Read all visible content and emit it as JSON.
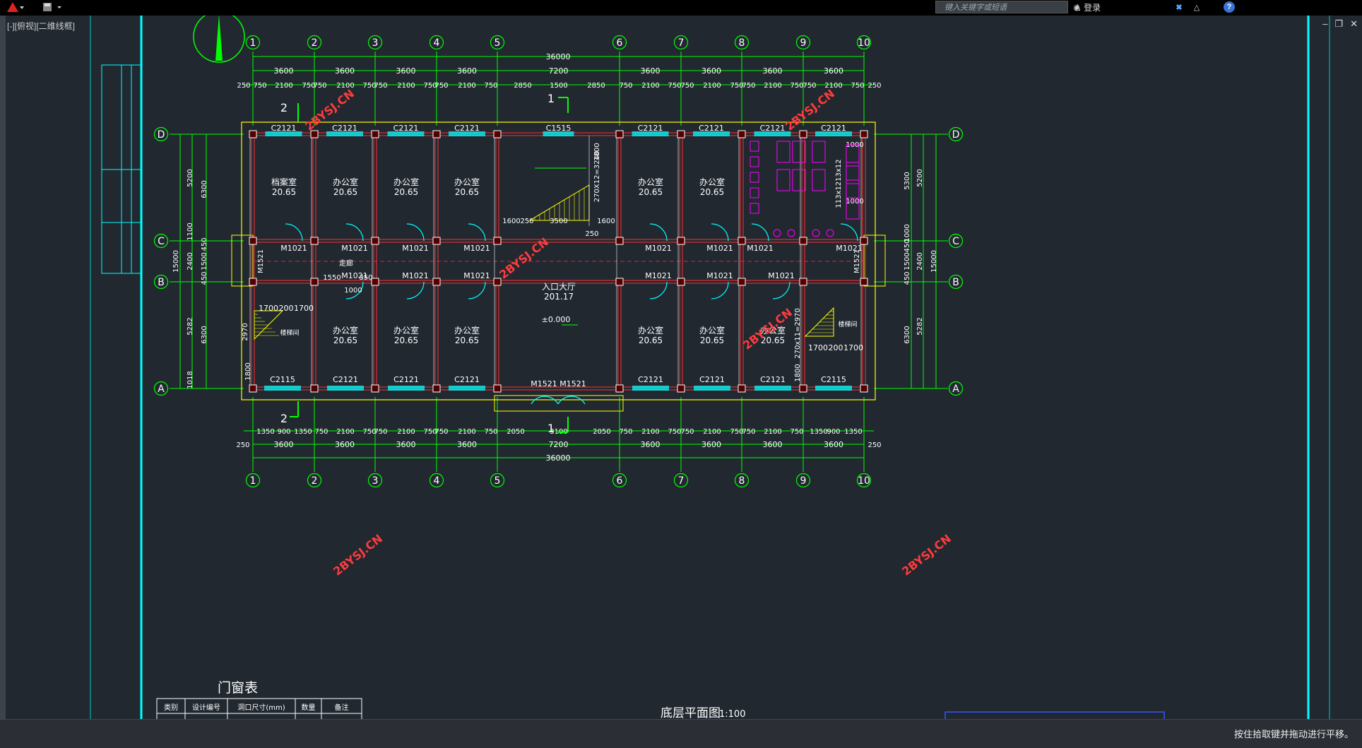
{
  "toolbar": {
    "search_placeholder": "键入关键字或短语",
    "login_label": "登录"
  },
  "viewport_label": "[-][俯视][二维线框]",
  "status_text": "按住拾取键并拖动进行平移。",
  "window_controls": {
    "minimize": "–",
    "restore": "❐",
    "close": "✕"
  },
  "drawing": {
    "title": "底层平面图",
    "scale": "1:100",
    "table_title": "门窗表",
    "table_headers": [
      "类别",
      "设计编号",
      "洞口尺寸(mm)",
      "数量",
      "备注"
    ],
    "watermark": "2BYSJ.CN",
    "total_dim": "36000",
    "axes_cols": [
      "1",
      "2",
      "3",
      "4",
      "5",
      "6",
      "7",
      "8",
      "9",
      "10"
    ],
    "axes_rows": [
      "D",
      "C",
      "B",
      "A"
    ],
    "top_spans": [
      "3600",
      "3600",
      "3600",
      "3600",
      "7200",
      "3600",
      "3600",
      "3600",
      "3600"
    ],
    "bottom_spans": [
      "3600",
      "3600",
      "3600",
      "3600",
      "7200",
      "3600",
      "3600",
      "3600",
      "3600"
    ],
    "top_detail": [
      "250",
      "750",
      "2100",
      "750",
      "750",
      "2100",
      "750",
      "750",
      "2100",
      "750",
      "750",
      "2100",
      "750",
      "2850",
      "1500",
      "2850",
      "750",
      "2100",
      "750",
      "750",
      "2100",
      "750",
      "750",
      "2100",
      "750",
      "750",
      "2100",
      "750",
      "250"
    ],
    "bottom_detail": [
      "1350",
      "900",
      "1350",
      "750",
      "2100",
      "750",
      "750",
      "2100",
      "750",
      "750",
      "2100",
      "750",
      "2050",
      "3100",
      "2050",
      "750",
      "2100",
      "750",
      "750",
      "2100",
      "750",
      "750",
      "2100",
      "750",
      "1350",
      "900",
      "1350"
    ],
    "left_dims": [
      "5200",
      "6300",
      "1100",
      "450",
      "1500",
      "2400",
      "450",
      "5282",
      "6300",
      "1018",
      "15000"
    ],
    "right_dims": [
      "5300",
      "5200",
      "1000",
      "450",
      "1500",
      "2400",
      "450",
      "6300",
      "5282",
      "15000"
    ],
    "top_windows": [
      "C2121",
      "C2121",
      "C2121",
      "C2121",
      "C1515",
      "C2121",
      "C2121",
      "C2121",
      "C2121"
    ],
    "bottom_windows": [
      "C2115",
      "C2121",
      "C2121",
      "C2121",
      "M1521",
      "M1521",
      "C2121",
      "C2121",
      "C2121",
      "C2115"
    ],
    "doors_c": [
      "M1021",
      "M1021",
      "M1021",
      "M1021",
      "M1021",
      "M1021",
      "M1021",
      "M1021"
    ],
    "doors_b": [
      "M1021",
      "M1021",
      "M1021",
      "M1021",
      "M1021",
      "M1021"
    ],
    "side_doors": [
      "M1521",
      "M1521"
    ],
    "rooms_top": [
      {
        "name": "档案室",
        "area": "20.65"
      },
      {
        "name": "办公室",
        "area": "20.65"
      },
      {
        "name": "办公室",
        "area": "20.65"
      },
      {
        "name": "办公室",
        "area": "20.65"
      },
      {
        "name": "办公室",
        "area": "20.65"
      },
      {
        "name": "办公室",
        "area": "20.65"
      }
    ],
    "rooms_bottom": [
      {
        "name": "办公室",
        "area": "20.65"
      },
      {
        "name": "办公室",
        "area": "20.65"
      },
      {
        "name": "办公室",
        "area": "20.65"
      },
      {
        "name": "办公室",
        "area": "20.65"
      },
      {
        "name": "办公室",
        "area": "20.65"
      },
      {
        "name": "办公室",
        "area": "20.65"
      }
    ],
    "lobby": {
      "name": "入口大厅",
      "area": "201.17",
      "elev": "±0.000"
    },
    "corridor": "走廊",
    "stair_room": "楼梯间",
    "stair_main": "270X12=3240",
    "stair_main_dims": [
      "1600",
      "250",
      "3500",
      "1600",
      "250",
      "1800"
    ],
    "stair_side": [
      "1700",
      "200",
      "1700"
    ],
    "stair_right": "270x11=2970",
    "stair_left_h": "2970",
    "toilet_dim": "113x1213x12",
    "misc_dims": [
      "1550",
      "1000",
      "350",
      "1800",
      "1000",
      "1000"
    ],
    "section_marks": [
      "1",
      "2"
    ]
  },
  "colors": {
    "line": "#00ff00",
    "wall": "#ffff00",
    "accent": "#00ffff",
    "magenta": "#ff00ff",
    "watermark": "#ff3b3b",
    "bg": "#212830"
  }
}
